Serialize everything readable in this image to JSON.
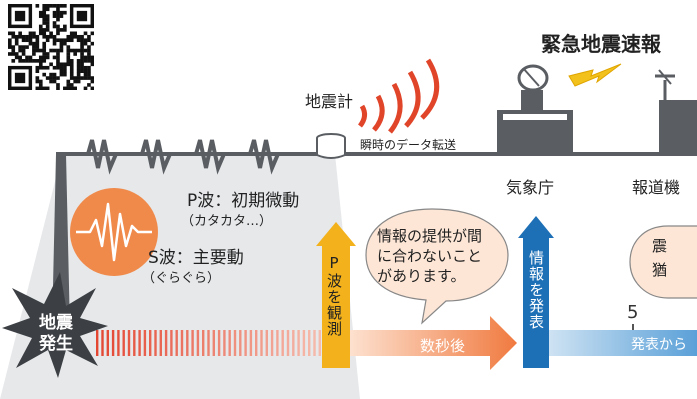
{
  "title": "緊急地震速報",
  "seismometer_label": "地震計",
  "transmission_label": "瞬時のデータ転送",
  "agency_label": "気象庁",
  "media_label": "報道機",
  "p_wave": {
    "title": "P波：初期微動",
    "sound": "（カタカタ…）"
  },
  "s_wave": {
    "title": "S波：主要動",
    "sound": "（ぐらぐら）"
  },
  "earthquake": {
    "line1": "地震",
    "line2": "発生"
  },
  "p_observe_label": "P波を観測",
  "callout_text": [
    "情報の提供が間",
    "に合わないこと",
    "があります。"
  ],
  "issue_label": "情報を発表",
  "seconds_label": "数秒後",
  "number_label": "5",
  "announce_label": "発表から",
  "partial_bubble": [
    "震",
    "猶"
  ],
  "colors": {
    "orange": "#f08a4b",
    "pwave_gold": "#f3b21b",
    "issue_blue": "#1d6fb6",
    "gray_band": "#e3e5e7",
    "dark": "#5a5e63"
  }
}
